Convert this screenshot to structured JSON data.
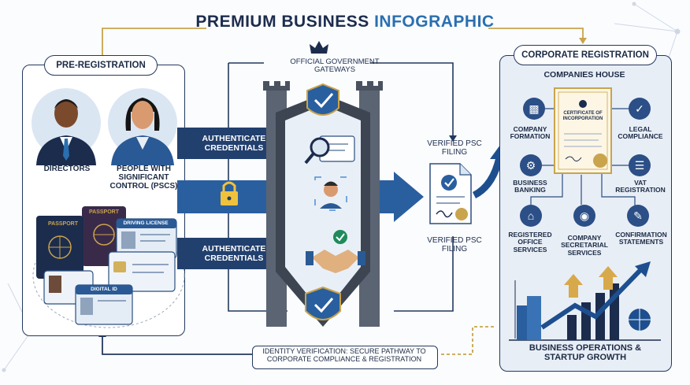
{
  "title": {
    "part1": "PREMIUM BUSINESS",
    "part2": "INFOGRAPHIC"
  },
  "preregistration": {
    "label": "PRE-REGISTRATION",
    "directors": "DIRECTORS",
    "pscs": "PEOPLE WITH SIGNIFICANT CONTROL (PSCs)",
    "passport1": "PASSPORT",
    "passport2": "PASSPORT",
    "driving": "DRIVING LICENSE",
    "digital": "DIGITAL ID"
  },
  "gateway": {
    "label": "OFFICIAL GOVERNMENT GATEWAYS"
  },
  "arrows": {
    "top": "AUTHENTICATE CREDENTIALS",
    "bottom": "AUTHENTICATE CREDENTIALS"
  },
  "psc": {
    "top": "VERIFIED PSC FILING",
    "bottom": "VERIFIED PSC FILING"
  },
  "corporate": {
    "label": "CORPORATE REGISTRATION",
    "house": "COMPANIES HOUSE",
    "certificate": "CERTIFICATE OF INCORPORATION",
    "items": {
      "formation": "COMPANY FORMATION",
      "legal": "LEGAL COMPLIANCE",
      "banking": "BUSINESS BANKING",
      "vat": "VAT REGISTRATION",
      "office": "REGISTERED OFFICE SERVICES",
      "secretarial": "COMPANY SECRETARIAL SERVICES",
      "confirmation": "CONFIRMATION STATEMENTS"
    },
    "growth": "BUSINESS OPERATIONS & STARTUP GROWTH"
  },
  "footer": "IDENTITY VERIFICATION: SECURE PATHWAY TO CORPORATE COMPLIANCE & REGISTRATION",
  "colors": {
    "navy": "#1c2c4d",
    "blue": "#2a6fb0",
    "green": "#1f8a5b",
    "gold": "#c9a44c"
  }
}
